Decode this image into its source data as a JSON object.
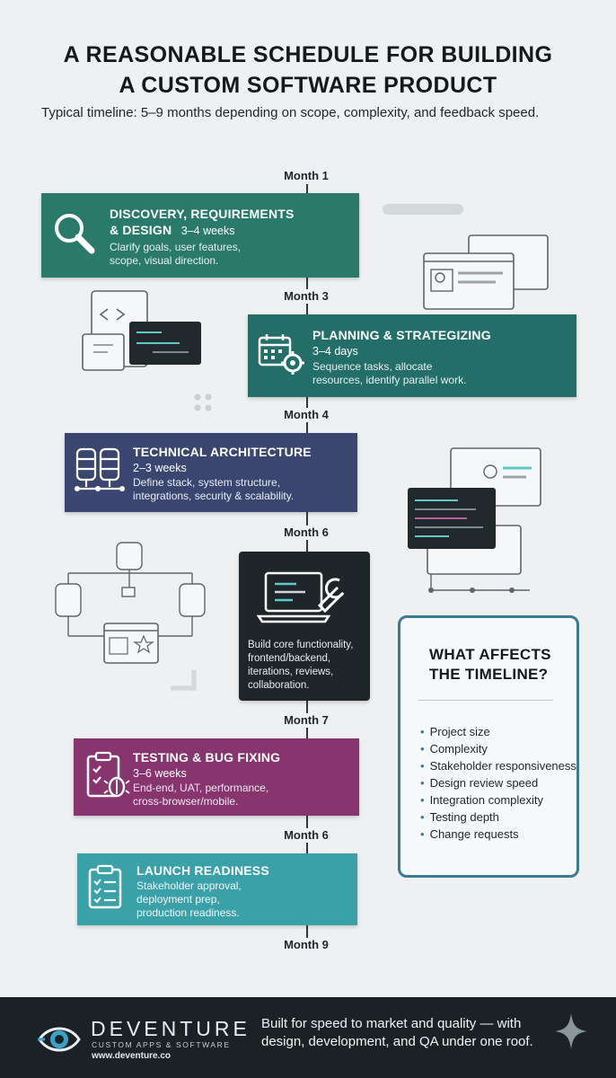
{
  "header": {
    "title_line1": "A REASONABLE SCHEDULE FOR BUILDING",
    "title_line2": "A CUSTOM SOFTWARE PRODUCT",
    "subtitle": "Typical timeline: 5–9 months depending on scope, complexity, and feedback speed."
  },
  "timeline": {
    "months": [
      "Month 1",
      "Month 3",
      "Month 4",
      "Month 6",
      "Month 7",
      "Month 6",
      "Month 9"
    ],
    "phases": [
      {
        "title_line1": "DISCOVERY, REQUIREMENTS",
        "title_line2": "& DESIGN",
        "duration": "3–4 weeks",
        "desc_line1": "Clarify goals, user features,",
        "desc_line2": "scope, visual direction.",
        "color": "#2a7a6c"
      },
      {
        "title": "PLANNING & STRATEGIZING",
        "duration": "3–4 days",
        "desc_line1": "Sequence tasks, allocate",
        "desc_line2": "resources, identify parallel work.",
        "color": "#246e6a"
      },
      {
        "title": "TECHNICAL ARCHITECTURE",
        "duration": "2–3 weeks",
        "desc_line1": "Define stack, system structure,",
        "desc_line2": "integrations, security & scalability.",
        "color": "#3b4670"
      },
      {
        "desc_line1": "Build core functionality,",
        "desc_line2": "frontend/backend,",
        "desc_line3": "iterations, reviews,",
        "desc_line4": "collaboration.",
        "color": "#1f2629"
      },
      {
        "title": "TESTING & BUG FIXING",
        "duration": "3–6 weeks",
        "desc_line1": "End-end, UAT, performance,",
        "desc_line2": "cross-browser/mobile.",
        "color": "#87346f"
      },
      {
        "title": "LAUNCH READINESS",
        "desc_line1": "Stakeholder approval,",
        "desc_line2": "deployment prep,",
        "desc_line3": "production readiness.",
        "color": "#3aa1a8"
      }
    ]
  },
  "factors": {
    "title_line1": "WHAT AFFECTS",
    "title_line2": "THE TIMELINE?",
    "items": [
      "Project size",
      "Complexity",
      "Stakeholder responsiveness",
      "Design review speed",
      "Integration complexity",
      "Testing depth",
      "Change requests"
    ]
  },
  "footer": {
    "brand": "DEVENTURE",
    "brand_sub": "CUSTOM APPS & SOFTWARE",
    "url": "www.deventure.co",
    "tagline": "Built for speed to market and quality — with design, development, and QA under one roof."
  },
  "icons": [
    "search-icon",
    "calendar-gear-icon",
    "database-icon",
    "laptop-wrench-icon",
    "clipboard-bug-icon",
    "checklist-icon",
    "rocket-icon",
    "sparkle-icon",
    "logo-eye-icon"
  ]
}
